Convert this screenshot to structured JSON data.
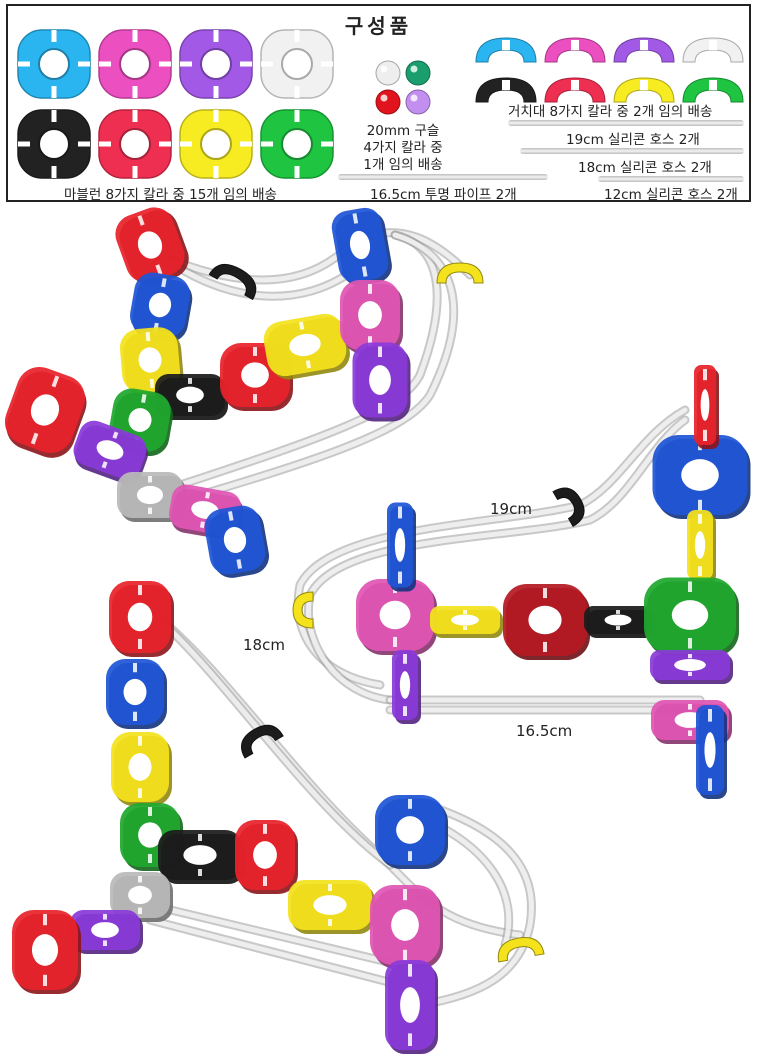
{
  "header": {
    "title": "구성품"
  },
  "parts": {
    "marble_run_label": "마블런 8가지 칼라 중 15개 임의 배송",
    "ball_label_line1": "20mm 구슬",
    "ball_label_line2": "4가지 칼라 중",
    "ball_label_line3": "1개 임의 배송",
    "stand_label": "거치대 8가지 칼라 중 2개 임의 배송",
    "hose19_label": "19cm 실리콘 호스 2개",
    "hose18_label": "18cm 실리콘 호스 2개",
    "hose12_label": "12cm 실리콘 호스 2개",
    "pipe_label": "16.5cm 투명 파이프 2개",
    "piece_colors": [
      "#2bb5f0",
      "#ec4fc0",
      "#a25ae6",
      "#f1f1f1",
      "#222222",
      "#ef2f52",
      "#f6ec21",
      "#1fc541"
    ],
    "ball_colors": [
      "#eeeeee",
      "#1a9e6e",
      "#e1141d",
      "#c28ef0"
    ]
  },
  "illustration": {
    "label_19cm": "19cm",
    "label_18cm": "18cm",
    "label_165cm": "16.5cm"
  }
}
